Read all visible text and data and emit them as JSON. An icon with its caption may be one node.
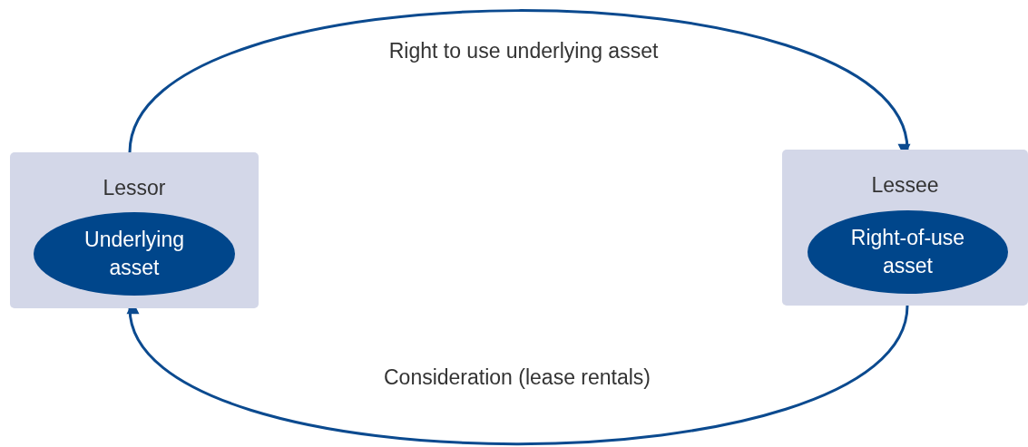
{
  "diagram": {
    "nodes": [
      {
        "text": [
          "Lessor"
        ]
      },
      {
        "text": [
          "Underlying asset"
        ],
        "in": 0
      },
      {
        "text": [
          "Lessee"
        ]
      },
      {
        "text": [
          "Right-of-use asset"
        ],
        "in": 2
      }
    ],
    "edges": [
      {
        "from": 0,
        "to": 2,
        "arrow": "to",
        "label": "Right to use underlying asset"
      },
      {
        "from": 2,
        "to": 0,
        "arrow": "to",
        "label": "Consideration (lease rentals)"
      }
    ]
  }
}
